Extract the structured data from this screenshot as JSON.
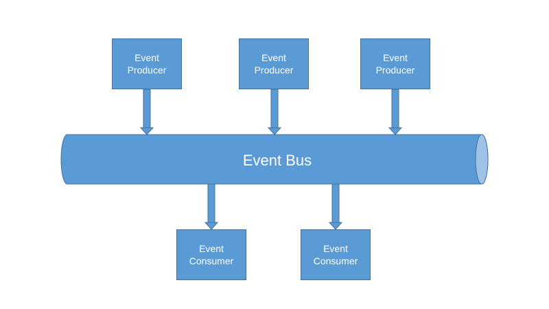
{
  "diagram": {
    "bus": {
      "label": "Event Bus"
    },
    "producers": [
      {
        "line1": "Event",
        "line2": "Producer"
      },
      {
        "line1": "Event",
        "line2": "Producer"
      },
      {
        "line1": "Event",
        "line2": "Producer"
      }
    ],
    "consumers": [
      {
        "line1": "Event",
        "line2": "Consumer"
      },
      {
        "line1": "Event",
        "line2": "Consumer"
      }
    ],
    "colors": {
      "fill": "#5b9bd5",
      "stroke": "#41719c",
      "cylinder_cap": "#9dc3e6",
      "text": "#ffffff"
    }
  }
}
